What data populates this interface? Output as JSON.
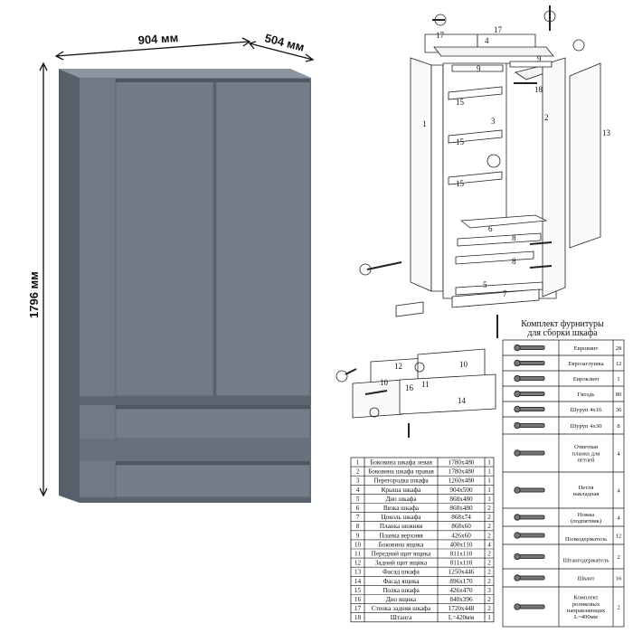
{
  "dimensions": {
    "width": "904 мм",
    "depth": "504 мм",
    "height": "1796 мм"
  },
  "part_labels": [
    "17",
    "17",
    "4",
    "9",
    "9",
    "18",
    "1",
    "3",
    "2",
    "13",
    "15",
    "15",
    "15",
    "6",
    "8",
    "8",
    "5",
    "7",
    "12",
    "10",
    "10",
    "16",
    "11",
    "14"
  ],
  "hardware_title": [
    "Комплект фурнитуры",
    "для сборки шкафа"
  ],
  "hardware": [
    {
      "name": "Евровинт",
      "qty": "28",
      "icon": "screw-icon"
    },
    {
      "name": "Еврозаглушка",
      "qty": "12",
      "icon": "cap-icon"
    },
    {
      "name": "Евроключ",
      "qty": "1",
      "icon": "hex-key-icon"
    },
    {
      "name": "Гвоздь",
      "qty": "80",
      "icon": "nail-icon"
    },
    {
      "name": "Шуруп 4х16",
      "qty": "36",
      "icon": "short-screw-icon"
    },
    {
      "name": "Шуруп 4х30",
      "qty": "8",
      "icon": "long-screw-icon"
    },
    {
      "name": "Ответная планка для петлей",
      "qty": "4",
      "icon": "hinge-plate-icon"
    },
    {
      "name": "Петля накладная",
      "qty": "4",
      "icon": "hinge-icon"
    },
    {
      "name": "Ножка (подпятник)",
      "qty": "4",
      "icon": "foot-icon"
    },
    {
      "name": "Полкодержатель",
      "qty": "12",
      "icon": "shelf-pin-icon"
    },
    {
      "name": "Штангодержатель",
      "qty": "2",
      "icon": "rod-holder-icon"
    },
    {
      "name": "Шкант",
      "qty": "16",
      "icon": "dowel-icon"
    },
    {
      "name": "Комплект роликовых направляющих L=400мм",
      "qty": "2",
      "icon": "drawer-slide-icon"
    }
  ],
  "parts": [
    {
      "n": "1",
      "name": "Боковина шкафа левая",
      "size": "1780х480",
      "qty": "1"
    },
    {
      "n": "2",
      "name": "Боковина шкафа правая",
      "size": "1780х480",
      "qty": "1"
    },
    {
      "n": "3",
      "name": "Перегородка шкафа",
      "size": "1260х480",
      "qty": "1"
    },
    {
      "n": "4",
      "name": "Крыша шкафа",
      "size": "904х500",
      "qty": "1"
    },
    {
      "n": "5",
      "name": "Дно шкафа",
      "size": "868х480",
      "qty": "1"
    },
    {
      "n": "6",
      "name": "Вязка шкафа",
      "size": "868х480",
      "qty": "2"
    },
    {
      "n": "7",
      "name": "Цоколь шкафа",
      "size": "868х74",
      "qty": "2"
    },
    {
      "n": "8",
      "name": "Планка нижняя",
      "size": "868х60",
      "qty": "2"
    },
    {
      "n": "9",
      "name": "Планка верхняя",
      "size": "426х60",
      "qty": "2"
    },
    {
      "n": "10",
      "name": "Боковина ящика",
      "size": "400х110",
      "qty": "4"
    },
    {
      "n": "11",
      "name": "Передний щит ящика",
      "size": "811х110",
      "qty": "2"
    },
    {
      "n": "12",
      "name": "Задний щит ящика",
      "size": "811х110",
      "qty": "2"
    },
    {
      "n": "13",
      "name": "Фасад шкафа",
      "size": "1250х446",
      "qty": "2"
    },
    {
      "n": "14",
      "name": "Фасад ящика",
      "size": "896х170",
      "qty": "2"
    },
    {
      "n": "15",
      "name": "Полка шкафа",
      "size": "426х470",
      "qty": "3"
    },
    {
      "n": "16",
      "name": "Дно ящика",
      "size": "840х396",
      "qty": "2"
    },
    {
      "n": "17",
      "name": "Стенка задняя шкафа",
      "size": "1720х448",
      "qty": "2"
    },
    {
      "n": "18",
      "name": "Штанга",
      "size": "L=420мм",
      "qty": "1"
    }
  ],
  "colors": {
    "cabinet_front": "#6f7a86",
    "cabinet_side": "#5e6873",
    "cabinet_top": "#8a949e",
    "line": "#222222"
  }
}
